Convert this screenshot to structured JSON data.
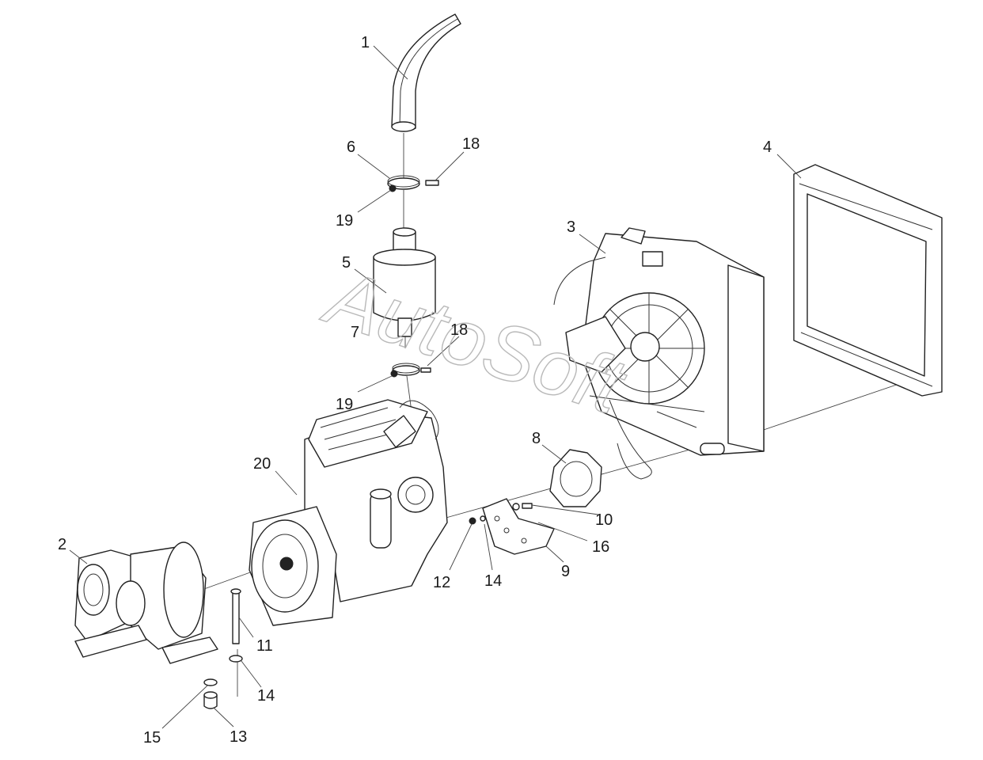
{
  "watermark": "AutoSoft",
  "callouts": {
    "c1": "1",
    "c2": "2",
    "c3": "3",
    "c4": "4",
    "c5": "5",
    "c6": "6",
    "c7": "7",
    "c8": "8",
    "c9": "9",
    "c10": "10",
    "c11": "11",
    "c12": "12",
    "c13": "13",
    "c14a": "14",
    "c14b": "14",
    "c15": "15",
    "c16": "16",
    "c18a": "18",
    "c18b": "18",
    "c19a": "19",
    "c19b": "19",
    "c20": "20"
  }
}
